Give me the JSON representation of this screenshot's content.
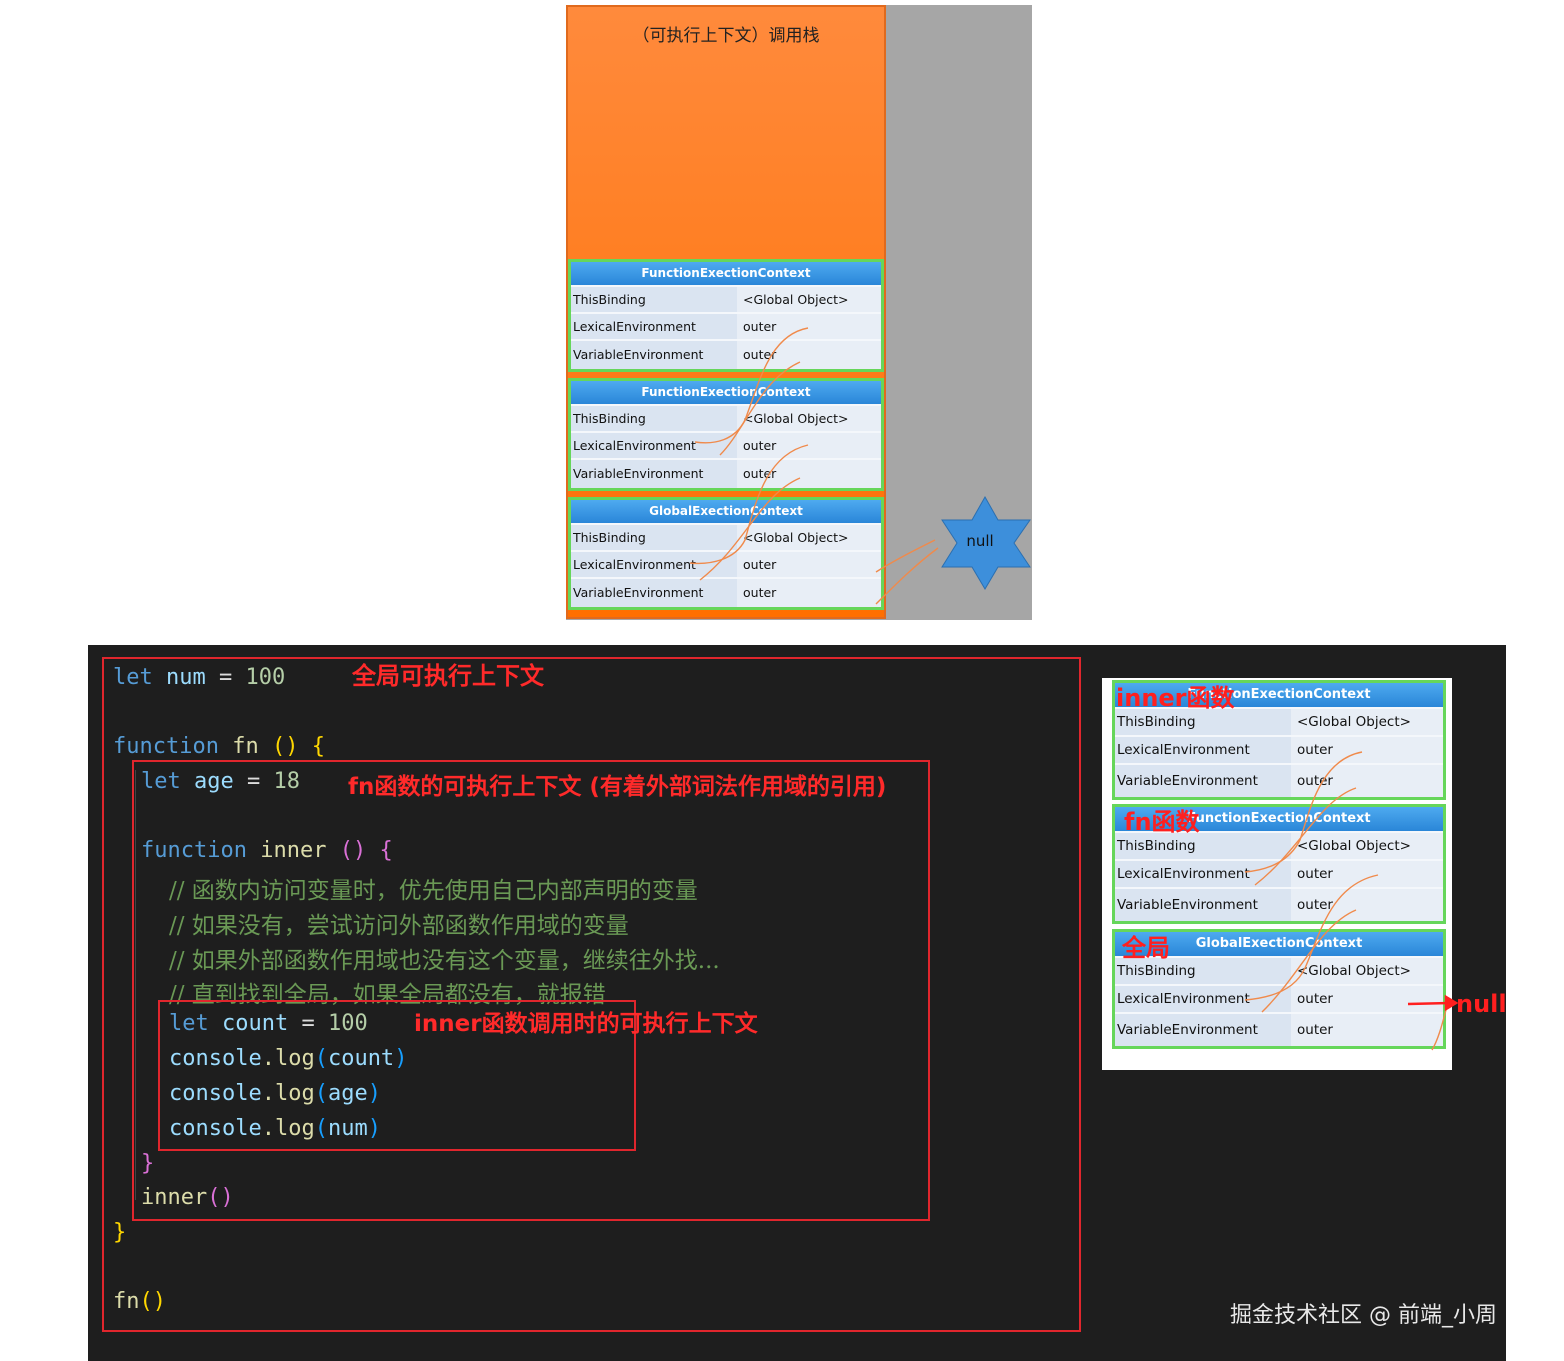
{
  "stack": {
    "title": "（可执行上下文）调用栈",
    "contexts": [
      {
        "name": "FunctionExectionContext",
        "rows": [
          [
            "ThisBinding",
            "<Global Object>"
          ],
          [
            "LexicalEnvironment",
            "outer"
          ],
          [
            "VariableEnvironment",
            "outer"
          ]
        ]
      },
      {
        "name": "FunctionExectionContext",
        "rows": [
          [
            "ThisBinding",
            "<Global Object>"
          ],
          [
            "LexicalEnvironment",
            "outer"
          ],
          [
            "VariableEnvironment",
            "outer"
          ]
        ]
      },
      {
        "name": "GlobalExectionContext",
        "rows": [
          [
            "ThisBinding",
            "<Global Object>"
          ],
          [
            "LexicalEnvironment",
            "outer"
          ],
          [
            "VariableEnvironment",
            "outer"
          ]
        ]
      }
    ],
    "null_label": "null"
  },
  "code": {
    "l_let": "let",
    "l_num_var": "num",
    "l_eq": " = ",
    "l_num_val": "100",
    "l_function": "function",
    "l_fn_name": "fn",
    "l_paren": " ()",
    "l_brace_open": " {",
    "l_age_var": "age",
    "l_age_val": "18",
    "l_inner_name": "inner",
    "comment1": "// 函数内访问变量时，优先使用自己内部声明的变量",
    "comment2": "// 如果没有，尝试访问外部函数作用域的变量",
    "comment3": "// 如果外部函数作用域也没有这个变量，继续往外找...",
    "comment4": "// 直到找到全局，如果全局都没有，就报错",
    "l_count_var": "count",
    "l_count_val": "100",
    "log_obj": "console",
    "log_fn": ".log",
    "lp": "(",
    "rp": ")",
    "log1_arg": "count",
    "log2_arg": "age",
    "log3_arg": "num",
    "brace_close": "}",
    "call_inner": "inner",
    "call_fn": "fn",
    "call_parens": "()"
  },
  "annotations": {
    "global_label": "全局可执行上下文",
    "fn_label": "fn函数的可执行上下文 (有着外部词法作用域的引用)",
    "inner_label": "inner函数调用时的可执行上下文"
  },
  "mini": {
    "contexts": [
      {
        "name": "FunctionExectionContext",
        "tag": "inner函数",
        "rows": [
          [
            "ThisBinding",
            "<Global Object>"
          ],
          [
            "LexicalEnvironment",
            "outer"
          ],
          [
            "VariableEnvironment",
            "outer"
          ]
        ]
      },
      {
        "name": "FunctionExectionContext",
        "tag": "fn函数",
        "rows": [
          [
            "ThisBinding",
            "<Global Object>"
          ],
          [
            "LexicalEnvironment",
            "outer"
          ],
          [
            "VariableEnvironment",
            "outer"
          ]
        ]
      },
      {
        "name": "GlobalExectionContext",
        "tag": "全局",
        "rows": [
          [
            "ThisBinding",
            "<Global Object>"
          ],
          [
            "LexicalEnvironment",
            "outer"
          ],
          [
            "VariableEnvironment",
            "outer"
          ]
        ]
      }
    ],
    "null_label": "null"
  },
  "watermark": "掘金技术社区 @ 前端_小周",
  "colors": {
    "orange": "#ff7a1a",
    "context_head": "#2f8fe0",
    "context_border": "#66d65a",
    "annotation_red": "#e0262d",
    "code_bg": "#1e1e1e"
  }
}
